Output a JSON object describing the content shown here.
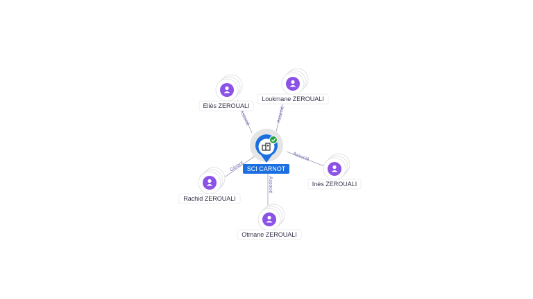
{
  "company": {
    "name": "SCI CARNOT",
    "icon": "building-icon",
    "status_icon": "verified-check-icon",
    "colors": {
      "pin": "#1b6fe0",
      "check": "#23a244"
    }
  },
  "people": [
    {
      "name": "Eliès ZEROUALI",
      "relation": "Associé"
    },
    {
      "name": "Loukmane ZEROUALI",
      "relation": "Associé"
    },
    {
      "name": "Inès ZEROUALI",
      "relation": "Associé"
    },
    {
      "name": "Otmane ZEROUALI",
      "relation": "Associé"
    },
    {
      "name": "Rachid ZEROUALI",
      "relation": "Gérant"
    }
  ],
  "person_icon": "person-icon",
  "colors": {
    "person": "#8b52e6",
    "edge": "#9a9ab8",
    "edge_label": "#7070b8"
  }
}
